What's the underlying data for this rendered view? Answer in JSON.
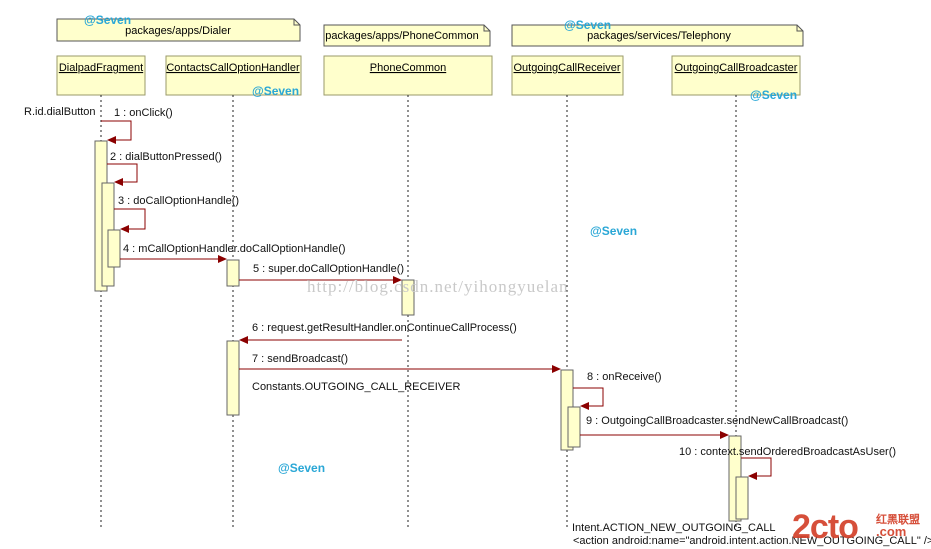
{
  "packages": [
    {
      "label": "packages/apps/Dialer"
    },
    {
      "label": "packages/apps/PhoneCommon"
    },
    {
      "label": "packages/services/Telephony"
    }
  ],
  "lifelines": [
    {
      "label": "DialpadFragment"
    },
    {
      "label": "ContactsCallOptionHandler"
    },
    {
      "label": "PhoneCommon"
    },
    {
      "label": "OutgoingCallReceiver"
    },
    {
      "label": "OutgoingCallBroadcaster"
    }
  ],
  "trigger": "R.id.dialButton",
  "messages": [
    {
      "text": "1 : onClick()"
    },
    {
      "text": "2 : dialButtonPressed()"
    },
    {
      "text": "3 : doCallOptionHandle()"
    },
    {
      "text": "4 : mCallOptionHandler.doCallOptionHandle()"
    },
    {
      "text": "5 : super.doCallOptionHandle()"
    },
    {
      "text": "6 : request.getResultHandler.onContinueCallProcess()"
    },
    {
      "text": "7 : sendBroadcast()"
    },
    {
      "text": "8 : onReceive()"
    },
    {
      "text": "9 : OutgoingCallBroadcaster.sendNewCallBroadcast()"
    },
    {
      "text": "10 : context.sendOrderedBroadcastAsUser()"
    }
  ],
  "notes": {
    "receiver_constant": "Constants.OUTGOING_CALL_RECEIVER",
    "intent_action": "Intent.ACTION_NEW_OUTGOING_CALL",
    "manifest_line": "<action android:name=\"android.intent.action.NEW_OUTGOING_CALL\" />"
  },
  "watermarks": {
    "author": "@Seven",
    "url": "http://blog.csdn.net/yihongyuelan",
    "site_logo": "2cto",
    "site_logo_sub": ".com",
    "site_logo_cn": "红黑联盟"
  },
  "colors": {
    "box_fill": "#ffffcc",
    "box_stroke": "#9a9a6a",
    "arrow": "#8b0000",
    "watermark": "#2aa7d6",
    "logo": "#d23c25"
  }
}
